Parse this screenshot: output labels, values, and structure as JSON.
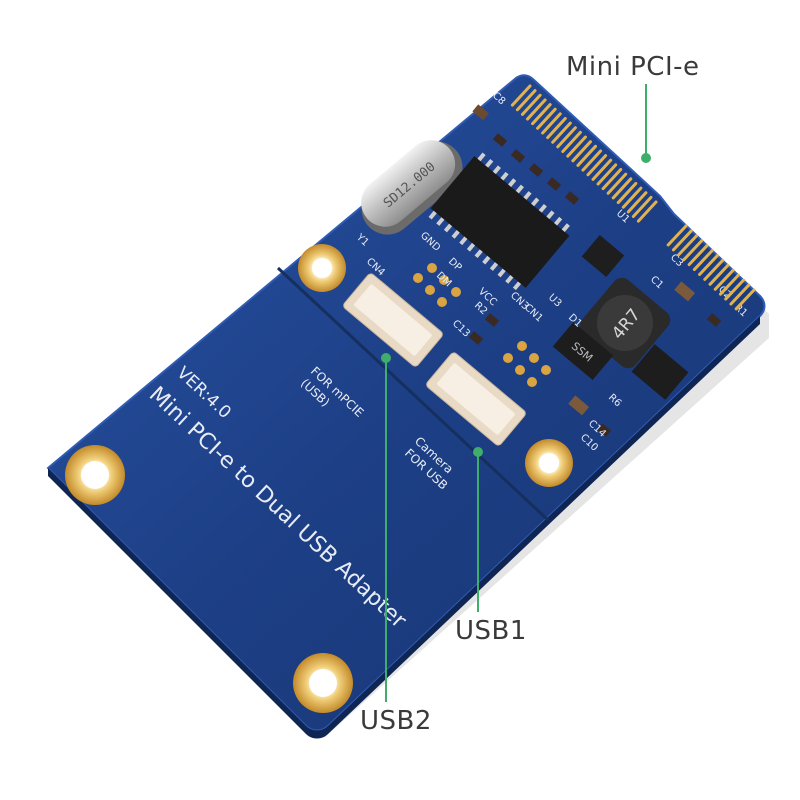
{
  "callouts": {
    "mini_pcie": "Mini PCI-e",
    "usb1": "USB1",
    "usb2": "USB2"
  },
  "board": {
    "title": "Mini PCI-e to Dual USB Adapter",
    "version": "VER:4.0",
    "port_a_label_1": "FOR mPCIE",
    "port_a_label_2": "(USB)",
    "port_b_label_1": "FOR USB",
    "port_b_label_2": "Camera",
    "crystal_text": "SD12.000",
    "inductor_text": "4R7",
    "chip_text": "SSM",
    "silk_cn4": "CN4",
    "silk_cn3": "CN3",
    "silk_cn1": "CN1",
    "silk_gnd": "GND",
    "silk_dp": "DP",
    "silk_dm": "DM",
    "silk_vcc": "VCC",
    "silk_y1": "Y1",
    "silk_u1": "U1",
    "silk_u3": "U3",
    "silk_d1": "D1",
    "silk_c3": "C3",
    "silk_c1": "C1",
    "silk_c2": "C2",
    "silk_c10": "C10",
    "silk_c14": "C14",
    "silk_c13": "C13",
    "silk_r1": "R1",
    "silk_r2": "R2",
    "silk_r6": "R6",
    "silk_c8": "C8"
  },
  "colors": {
    "pcb": "#1d3f86",
    "pcb_dark": "#122b60",
    "pcb_edge": "#2a56a8",
    "gold": "#d9a441",
    "gold_light": "#f1cf7a",
    "leader": "#3fae6a",
    "connector": "#f4e6d2",
    "silk": "#e8ecf5"
  }
}
